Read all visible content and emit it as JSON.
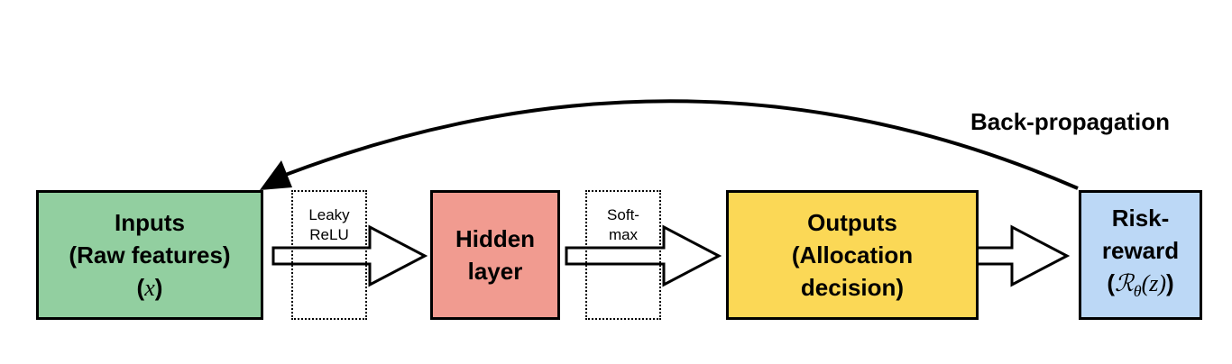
{
  "colors": {
    "inputs_fill": "#92cfa0",
    "hidden_fill": "#f19b90",
    "outputs_fill": "#fbd856",
    "risk_fill": "#bcd8f6",
    "stroke": "#000000"
  },
  "nodes": {
    "inputs": {
      "line1": "Inputs",
      "line2": "(Raw features)",
      "line3_open": "(",
      "line3_math": "x",
      "line3_close": ")"
    },
    "hidden": {
      "line1": "Hidden",
      "line2": "layer"
    },
    "outputs": {
      "line1": "Outputs",
      "line2": "(Allocation",
      "line3": "decision)"
    },
    "risk": {
      "line1": "Risk-",
      "line2": "reward",
      "line3_open": "(",
      "line3_math": "ℛ",
      "line3_sub": "θ",
      "line3_args": "(z)",
      "line3_close": ")"
    }
  },
  "activations": {
    "first": {
      "line1": "Leaky",
      "line2": "ReLU"
    },
    "second": {
      "line1": "Soft-",
      "line2": "max"
    }
  },
  "feedback": {
    "label": "Back-propagation"
  }
}
